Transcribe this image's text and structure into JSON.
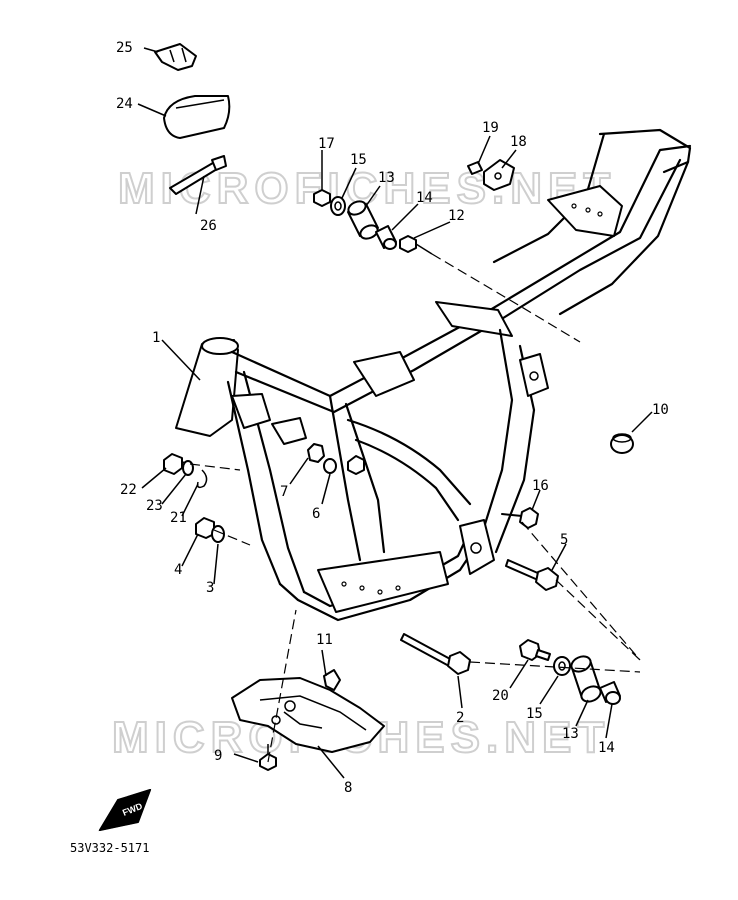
{
  "watermark": "MICROFICHES.NET",
  "diagram_code": "53V332-5171",
  "fwd_label": "FWD",
  "callouts": [
    {
      "id": "c1",
      "label": "1"
    },
    {
      "id": "c2",
      "label": "2"
    },
    {
      "id": "c3",
      "label": "3"
    },
    {
      "id": "c4",
      "label": "4"
    },
    {
      "id": "c5",
      "label": "5"
    },
    {
      "id": "c6",
      "label": "6"
    },
    {
      "id": "c7",
      "label": "7"
    },
    {
      "id": "c8",
      "label": "8"
    },
    {
      "id": "c9",
      "label": "9"
    },
    {
      "id": "c10",
      "label": "10"
    },
    {
      "id": "c11",
      "label": "11"
    },
    {
      "id": "c12",
      "label": "12"
    },
    {
      "id": "c13a",
      "label": "13"
    },
    {
      "id": "c13b",
      "label": "13"
    },
    {
      "id": "c14a",
      "label": "14"
    },
    {
      "id": "c14b",
      "label": "14"
    },
    {
      "id": "c15a",
      "label": "15"
    },
    {
      "id": "c15b",
      "label": "15"
    },
    {
      "id": "c16",
      "label": "16"
    },
    {
      "id": "c17",
      "label": "17"
    },
    {
      "id": "c18",
      "label": "18"
    },
    {
      "id": "c19",
      "label": "19"
    },
    {
      "id": "c20",
      "label": "20"
    },
    {
      "id": "c21",
      "label": "21"
    },
    {
      "id": "c22",
      "label": "22"
    },
    {
      "id": "c23",
      "label": "23"
    },
    {
      "id": "c24",
      "label": "24"
    },
    {
      "id": "c25",
      "label": "25"
    },
    {
      "id": "c26",
      "label": "26"
    }
  ]
}
